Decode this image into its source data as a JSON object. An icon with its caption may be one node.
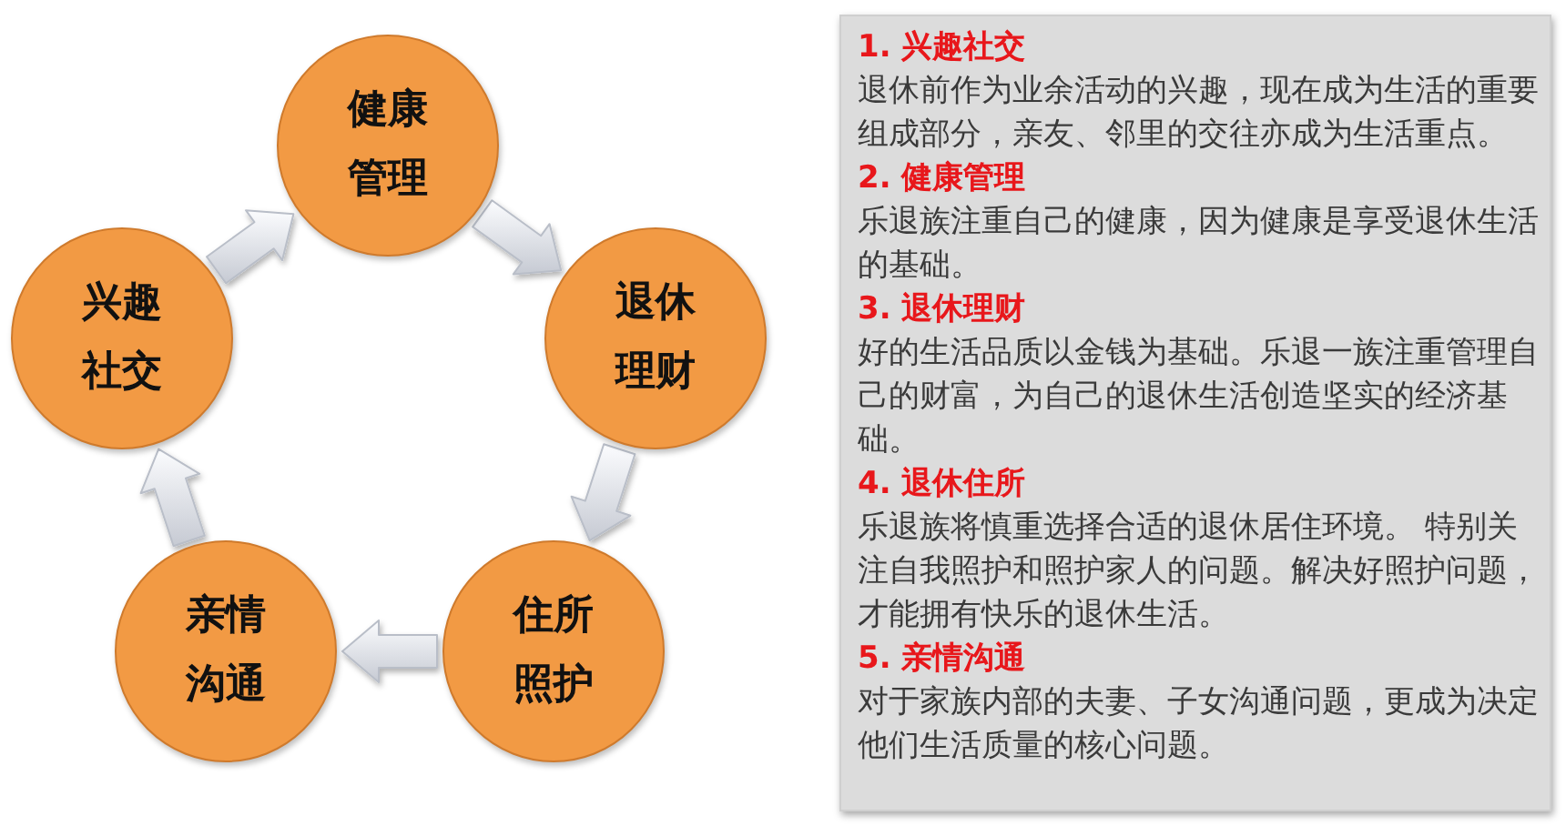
{
  "diagram": {
    "nodes": [
      {
        "text": [
          "健康管理"
        ]
      },
      {
        "text": [
          "兴趣社交"
        ]
      },
      {
        "text": [
          "退休理财"
        ]
      },
      {
        "text": [
          "亲情沟通"
        ]
      },
      {
        "text": [
          "住所照护"
        ]
      },
      {
        "text": [
          "1. 兴趣社交",
          "退休前作为业余活动的兴趣，现在成为生活的重要组成部分，亲友、邻里的交往亦成为生活重点。",
          "2. 健康管理",
          "乐退族注重自己的健康，因为健康是享受退休生活的基础。",
          "3. 退休理财",
          "好的生活品质以金钱为基础。乐退一族注重管理自己的财富，为自己的退休生活创造坚实的经济基础。",
          "4. 退休住所",
          "乐退族将慎重选择合适的退休居住环境。 特别关注自我照护和照护家人的问题。解决好照护问题，才能拥有快乐的退休生活。",
          "5. 亲情沟通",
          "对于家族内部的夫妻、子女沟通问题，更成为决定他们生活质量的核心问题。"
        ]
      }
    ],
    "edges": [
      {
        "from": 1,
        "to": 0,
        "arrow": "to"
      },
      {
        "from": 0,
        "to": 2,
        "arrow": "to"
      },
      {
        "from": 2,
        "to": 4,
        "arrow": "to"
      },
      {
        "from": 4,
        "to": 3,
        "arrow": "to"
      },
      {
        "from": 3,
        "to": 1,
        "arrow": "to"
      }
    ]
  }
}
